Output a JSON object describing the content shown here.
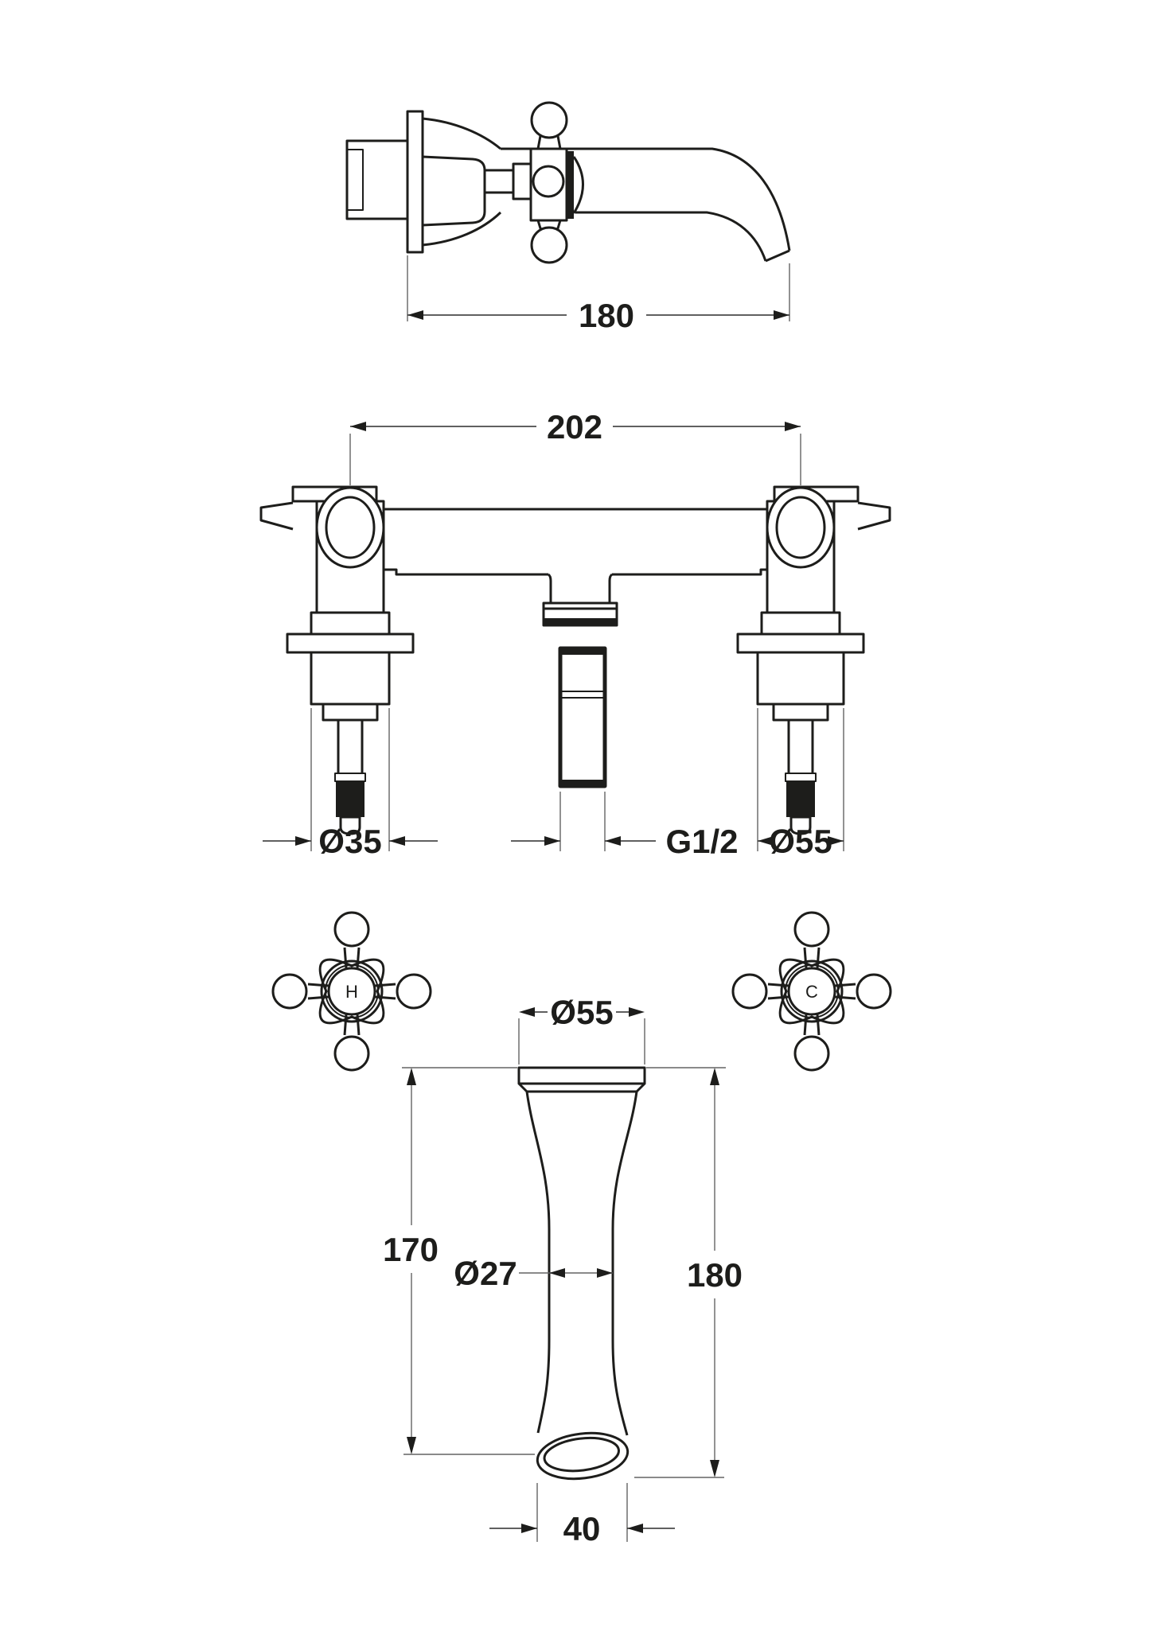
{
  "drawing": {
    "type": "technical-dimension-drawing",
    "subject": "wall-mounted 3-hole basin tap with cross handles",
    "colors": {
      "background": "#ffffff",
      "line": "#1d1d1b",
      "thin_line": "#636363"
    },
    "views": [
      {
        "name": "spout-and-handle-side-view"
      },
      {
        "name": "concealed-valve-body-front-view"
      },
      {
        "name": "handles-and-spout-front-view"
      }
    ]
  },
  "labels": {
    "top": {
      "spout_projection": "180"
    },
    "middle": {
      "valve_centres": "202",
      "left_valve_diameter": "Ø35",
      "thread_size": "G1/2",
      "right_valve_diameter": "Ø55",
      "arrow_color": "#1d1d1b"
    },
    "bottom": {
      "hot_handle_letter": "H",
      "cold_handle_letter": "C",
      "flange_diameter": "Ø55",
      "spout_length_left": "170",
      "waist_diameter": "Ø27",
      "spout_length_right": "180",
      "outlet_width": "40"
    }
  }
}
